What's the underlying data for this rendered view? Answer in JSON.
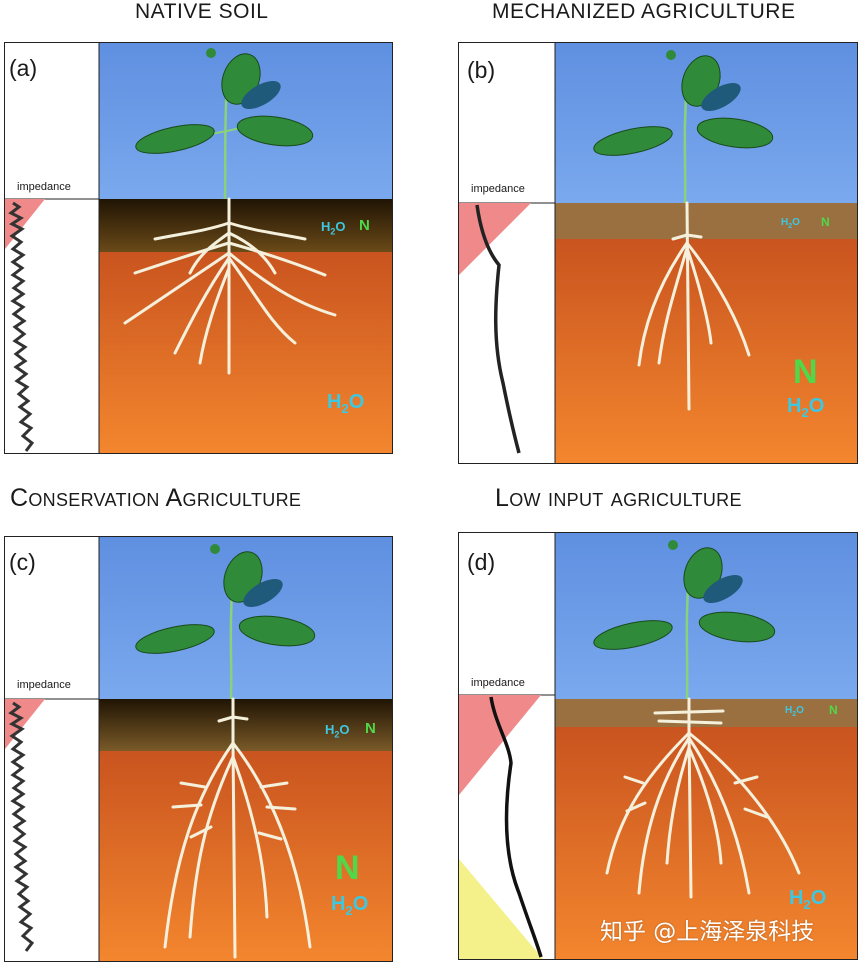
{
  "panels": [
    {
      "id": "a",
      "title": "NATIVE SOIL",
      "label": "(a)",
      "impedance": "impedance",
      "water": "H",
      "water_sub": "2",
      "water_o": "O",
      "nitrogen": "N",
      "water2": "H",
      "water2_sub": "2",
      "water2_o": "O"
    },
    {
      "id": "b",
      "title": "MECHANIZED AGRICULTURE",
      "label": "(b)",
      "impedance": "impedance",
      "water": "H",
      "water_sub": "2",
      "water_o": "O",
      "nitrogen": "N",
      "water2": "H",
      "water2_sub": "2",
      "water2_o": "O",
      "nitrogen2": "N"
    },
    {
      "id": "c",
      "title": "Conservation Agriculture",
      "label": "(c)",
      "impedance": "impedance",
      "water": "H",
      "water_sub": "2",
      "water_o": "O",
      "nitrogen": "N",
      "water2": "H",
      "water2_sub": "2",
      "water2_o": "O",
      "nitrogen2": "N"
    },
    {
      "id": "d",
      "title": "Low input agriculture",
      "label": "(d)",
      "impedance": "impedance",
      "water": "H",
      "water_sub": "2",
      "water_o": "O",
      "nitrogen": "N",
      "water2": "H",
      "water2_sub": "2",
      "water2_o": "O"
    }
  ],
  "watermark": "知乎 @上海泽泉科技",
  "colors": {
    "sky": "#6a9be8",
    "topsoil_dark": "#3a2a10",
    "topsoil_light": "#9a7040",
    "subsoil": "#e06a28",
    "impedance_red": "#f08a8a",
    "impedance_yellow": "#f4f08a",
    "root": "#f4f0dc",
    "leaf": "#2f8a3a"
  }
}
